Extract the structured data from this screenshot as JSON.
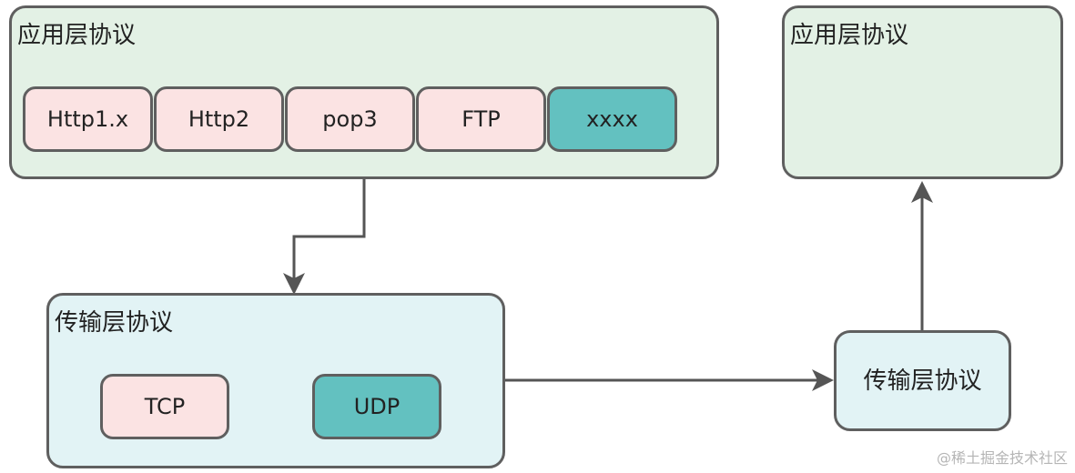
{
  "app_layer": {
    "title": "应用层协议",
    "protocols": [
      "Http1.x",
      "Http2",
      "pop3",
      "FTP",
      "xxxx"
    ]
  },
  "transport_layer": {
    "title": "传输层协议",
    "protocols": [
      "TCP",
      "UDP"
    ]
  },
  "right_app_layer": {
    "title": "应用层协议"
  },
  "right_transport_layer": {
    "title": "传输层协议"
  },
  "watermark": "@稀土掘金技术社区",
  "colors": {
    "green_fill": "#e3f1e5",
    "blue_fill": "#e2f3f5",
    "pink_fill": "#fbe3e3",
    "teal_fill": "#63c1c0",
    "border": "#5f5f5f"
  }
}
